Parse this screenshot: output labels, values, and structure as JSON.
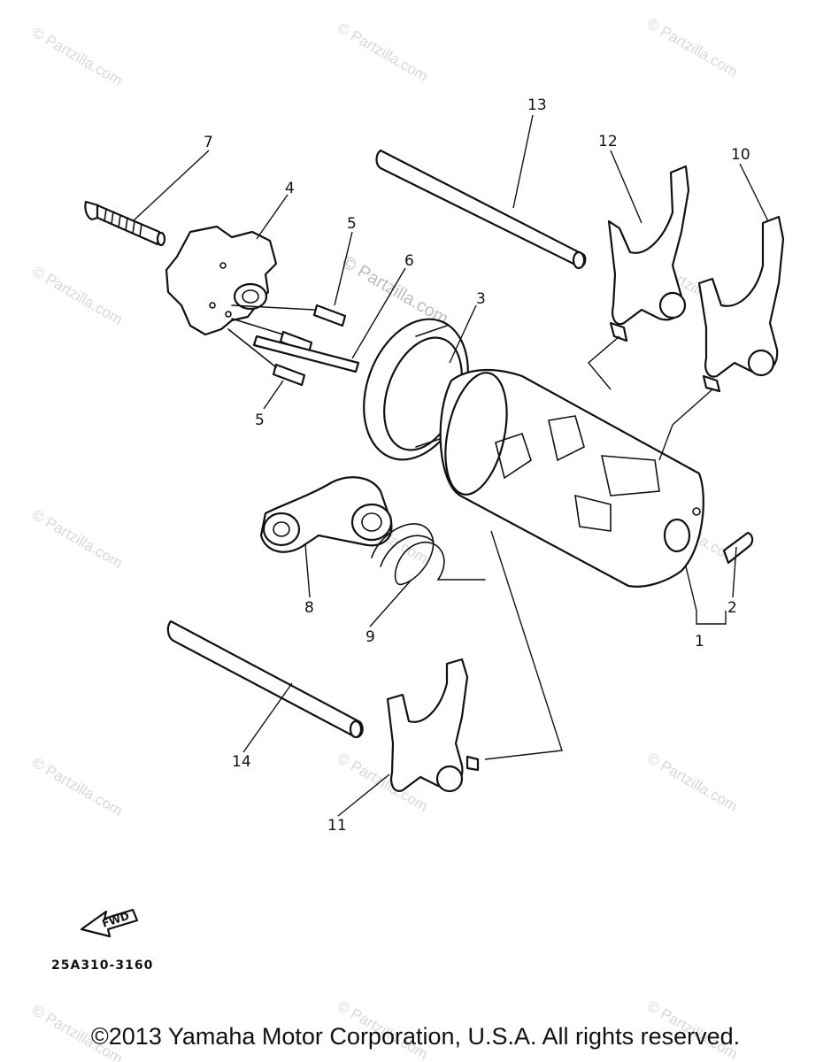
{
  "diagram": {
    "callouts": [
      "1",
      "2",
      "3",
      "4",
      "5",
      "5",
      "6",
      "7",
      "8",
      "9",
      "10",
      "11",
      "12",
      "13",
      "14"
    ],
    "watermark": "© Partzilla.com",
    "fwd_label": "FWD",
    "figure_code": "25A310-3160",
    "copyright": "©2013 Yamaha Motor Corporation, U.S.A. All rights reserved."
  }
}
